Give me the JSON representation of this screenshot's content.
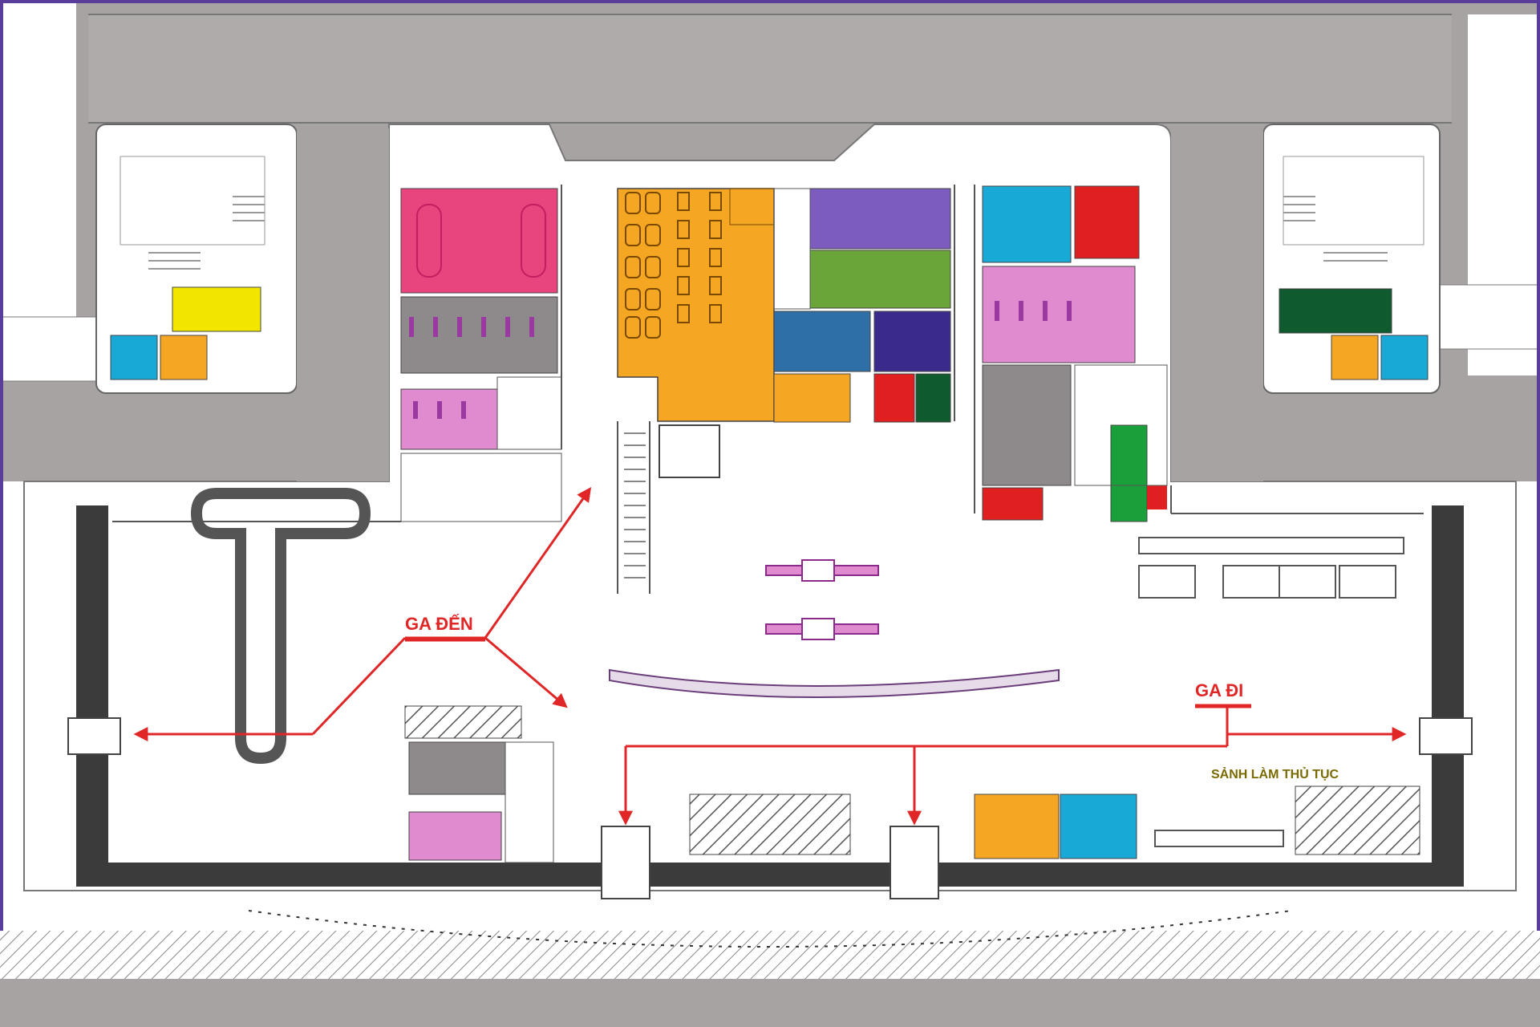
{
  "labels": {
    "arrival": "GA ĐẾN",
    "departure": "GA ĐI",
    "checkin_hall": "SẢNH LÀM THỦ TỤC"
  },
  "colors": {
    "magenta": "#e8447e",
    "orange": "#f5a623",
    "purple": "#7c5cbf",
    "green": "#6aa53a",
    "blue": "#2f7fc0",
    "indigo": "#3a2a8c",
    "red": "#e02020",
    "cyan": "#19a9d6",
    "pink": "#e08ad0",
    "yellow": "#f2e600",
    "darkgreen": "#0f5a2e",
    "brightgreen": "#1aa03a",
    "gray": "#8e8a8c",
    "apron": "#a8a3a3",
    "arrow": "#e02626"
  }
}
